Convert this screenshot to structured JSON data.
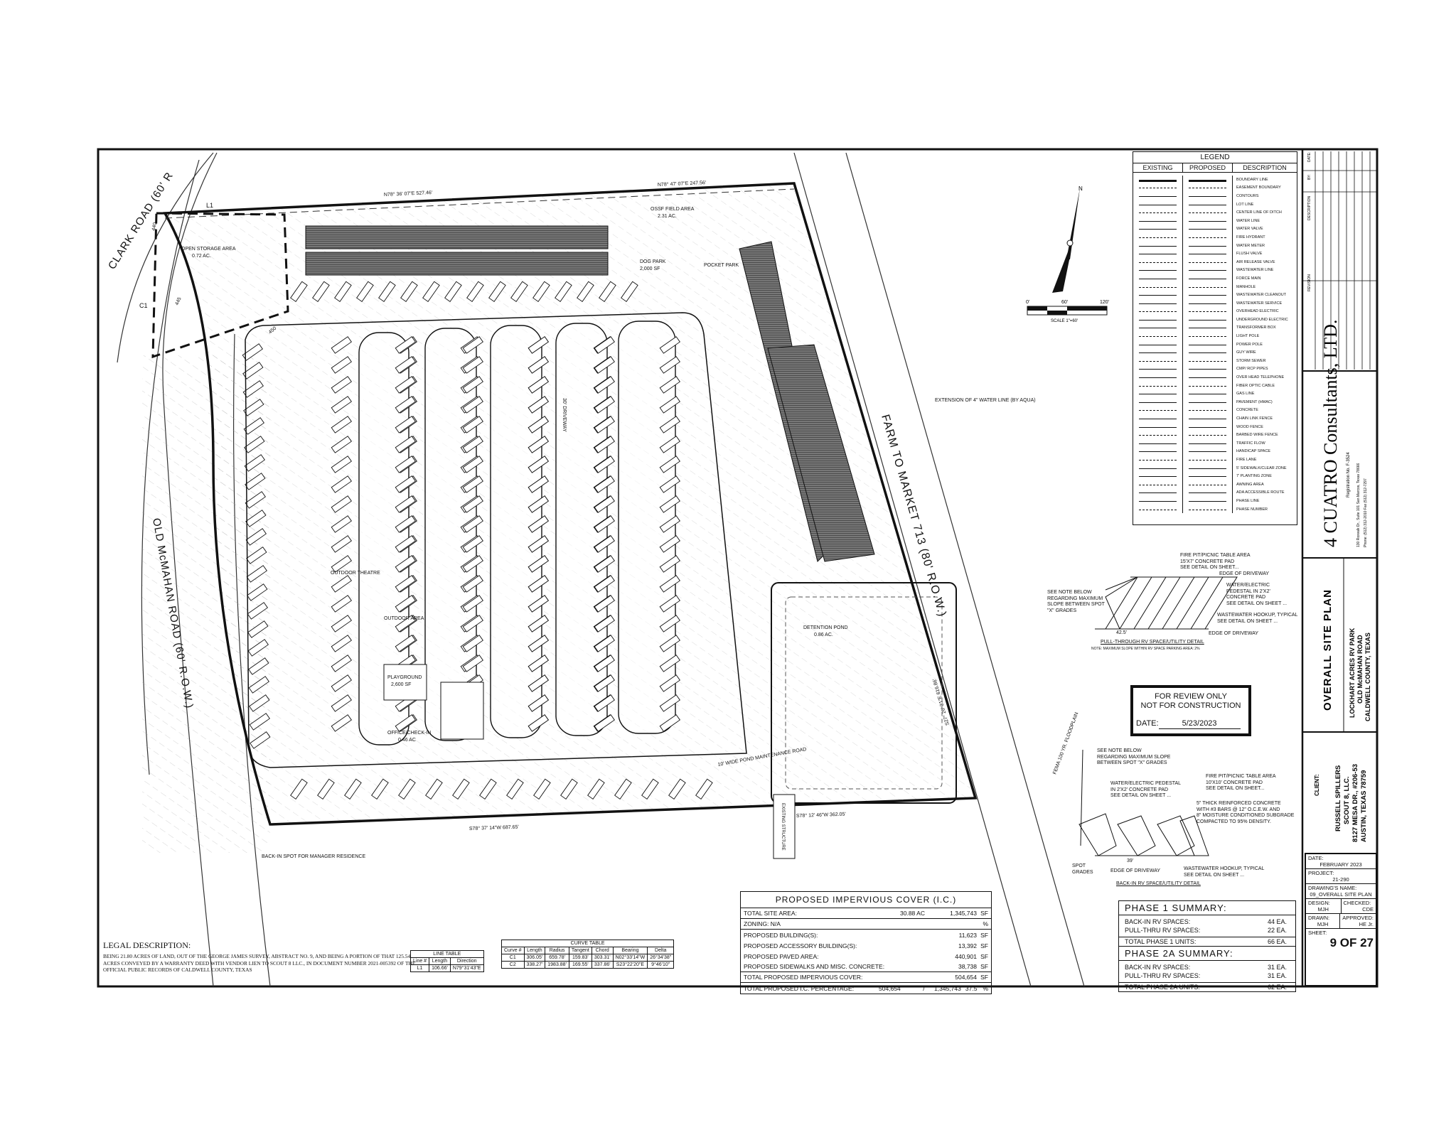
{
  "sheet": {
    "title": "OVERALL SITE PLAN",
    "project_name": "LOCKHART ACRES RV PARK",
    "project_road": "OLD McMAHAN ROAD",
    "project_county": "CALDWELL COUNTY, TEXAS",
    "client_label": "CLIENT:",
    "client": [
      "RUSSELL SPILLERS",
      "SCOUT 8, LLC.",
      "8127 MESA DR., #206-53",
      "AUSTIN, TEXAS 78759"
    ],
    "date_label": "DATE:",
    "date": "FEBRUARY 2023",
    "project_label": "PROJECT:",
    "project": "21-290",
    "drawing_label": "DRAWING'S NAME:",
    "drawing": "09_OVERALL SITE PLAN",
    "design_label": "DESIGN:",
    "design": "MJH",
    "checked_label": "CHECKED:",
    "checked": "CDE",
    "drawn_label": "DRAWN:",
    "drawn": "MJH",
    "approved_label": "APPROVED:",
    "approved": "HE Jr.",
    "sheet_label": "SHEET:",
    "sheet": "9 OF 27",
    "revision_headers": [
      "REVISION",
      "DESCRIPTION",
      "BY:",
      "DATE:"
    ]
  },
  "firm": {
    "logo": "4 CUATRO Consultants, LTD.",
    "registration": "Registration No. F-3524",
    "address": "130 Roxvalk Dr., Suite 101 San Marcos, Texas 78666",
    "phone": "Phone: (512) 312-2010 Fax (512) 312-7297"
  },
  "legend": {
    "title": "LEGEND",
    "headers": [
      "EXISTING",
      "PROPOSED",
      "DESCRIPTION"
    ],
    "items": [
      "BOUNDARY LINE",
      "EASEMENT BOUNDARY",
      "CONTOURS",
      "LOT LINE",
      "CENTER LINE OF DITCH",
      "WATER LINE",
      "WATER VALVE",
      "FIRE HYDRANT",
      "WATER METER",
      "FLUSH VALVE",
      "AIR RELEASE VALVE",
      "WASTEWATER LINE",
      "FORCE MAIN",
      "MANHOLE",
      "WASTEWATER CLEANOUT",
      "WASTEWATER SERVICE",
      "OVERHEAD ELECTRIC",
      "UNDERGROUND ELECTRIC",
      "TRANSFORMER BOX",
      "LIGHT POLE",
      "POWER POLE",
      "GUY WIRE",
      "STORM SEWER",
      "CMP/ RCP PIPES",
      "OVER HEAD TELEPHONE",
      "FIBER OPTIC CABLE",
      "GAS LINE",
      "PAVEMENT (HMAC)",
      "CONCRETE",
      "CHAIN LINK FENCE",
      "WOOD FENCE",
      "BARBED WIRE FENCE",
      "TRAFFIC FLOW",
      "HANDICAP SPACE",
      "FIRE LANE",
      "5' SIDEWALK/CLEAR ZONE",
      "7' PLANTING ZONE",
      "AWNING AREA",
      "ADA ACCESSIBLE ROUTE",
      "PHASE LINE",
      "PHASE NUMBER"
    ]
  },
  "impervious": {
    "title": "PROPOSED IMPERVIOUS COVER (I.C.)",
    "rows": [
      {
        "label": "TOTAL SITE AREA:",
        "mid": "30.88 AC",
        "value": "1,345,743",
        "unit": "SF"
      },
      {
        "label": "ZONING: N/A",
        "mid": "",
        "value": "",
        "unit": "%"
      },
      {
        "label": "PROPOSED BUILDING(S):",
        "mid": "",
        "value": "11,623",
        "unit": "SF"
      },
      {
        "label": "PROPOSED ACCESSORY BUILDING(S):",
        "mid": "",
        "value": "13,392",
        "unit": "SF"
      },
      {
        "label": "PROPOSED PAVED AREA:",
        "mid": "",
        "value": "440,901",
        "unit": "SF"
      },
      {
        "label": "PROPOSED SIDEWALKS AND MISC. CONCRETE:",
        "mid": "",
        "value": "38,738",
        "unit": "SF"
      },
      {
        "label": "TOTAL PROPOSED IMPERVIOUS COVER:",
        "mid": "",
        "value": "504,654",
        "unit": "SF"
      }
    ],
    "pct": {
      "label": "TOTAL PROPOSED I.C. PERCENTAGE:",
      "a": "504,654",
      "slash": "/",
      "b": "1,345,743",
      "value": "37.5",
      "unit": "%"
    }
  },
  "phase1": {
    "title": "PHASE 1 SUMMARY:",
    "rows": [
      {
        "label": "BACK-IN RV SPACES:",
        "value": "44 EA."
      },
      {
        "label": "PULL-THRU RV SPACES:",
        "value": "22 EA."
      }
    ],
    "total": {
      "label": "TOTAL PHASE 1 UNITS:",
      "value": "66 EA."
    }
  },
  "phase2a": {
    "title": "PHASE 2A SUMMARY:",
    "rows": [
      {
        "label": "BACK-IN RV SPACES:",
        "value": "31 EA."
      },
      {
        "label": "PULL-THRU RV SPACES:",
        "value": "31 EA."
      }
    ],
    "total": {
      "label": "TOTAL PHASE 2A UNITS:",
      "value": "62 EA."
    }
  },
  "legal": {
    "title": "LEGAL DESCRIPTION:",
    "body": "BEING 21.80 ACRES OF LAND, OUT OF THE GEORGE JAMES SURVEY, ABSTRACT NO. 9, AND BEING A PORTION OF THAT 125.54 ACRES CONVEYED BY A WARRANTY DEED WITH VENDOR LIEN TO SCOUT 8 LLC., IN DOCUMENT NUMBER 2021-005392 OF THE OFFICIAL PUBLIC RECORDS OF CALDWELL COUNTY, TEXAS"
  },
  "line_table": {
    "title": "LINE TABLE",
    "headers": [
      "Line #",
      "Length",
      "Direction"
    ],
    "rows": [
      [
        "L1",
        "106.66'",
        "N79°31'43\"E"
      ]
    ]
  },
  "curve_table": {
    "title": "CURVE TABLE",
    "headers": [
      "Curve #",
      "Length",
      "Radius",
      "Tangent",
      "Chord",
      "Bearing",
      "Delta"
    ],
    "rows": [
      [
        "C1",
        "306.05'",
        "659.78'",
        "159.83'",
        "303.31'",
        "N02°33'14\"W",
        "26°34'38\""
      ],
      [
        "C2",
        "338.27'",
        "1983.88'",
        "169.55'",
        "337.86'",
        "S23°22'20\"E",
        "9°46'10\""
      ]
    ]
  },
  "stamp": {
    "line1": "FOR REVIEW ONLY",
    "line2": "NOT FOR CONSTRUCTION",
    "date_label": "DATE:",
    "date": "5/23/2023"
  },
  "north_arrow": {
    "label": "N",
    "scale_ticks": [
      "0'",
      "60'",
      "120'"
    ],
    "scale": "SCALE 1\"=60'"
  },
  "plan": {
    "clark_road": "CLARK ROAD (60' R",
    "old_mcmahan": "OLD McMAHAN ROAD (60' R.O.W.)",
    "fm713": "FARM TO MARKET 713 (80' R.O.W.)",
    "bearing_top": "N78° 36' 07\"E 527.46'",
    "bearing_top2": "N78° 47' 07\"E 247.56'",
    "bearing_bottom": "S78° 37' 14\"W 687.65'",
    "bearing_bottom2": "S78° 12' 46\"W 362.05'",
    "bearing_right": "S27° 26' 31\"E 616.86'",
    "open_storage": "OPEN STORAGE AREA",
    "open_storage_ac": "0.72 AC.",
    "ossf": "OSSF FIELD AREA",
    "ossf_ac": "2.31 AC.",
    "dog_park": "DOG PARK",
    "dog_park_sf": "2,000 SF",
    "pocket_park": "POCKET PARK",
    "outdoor_theatre": "OUTDOOR THEATRE",
    "outdoor_area": "OUTDOOR AREA",
    "playground": "PLAYGROUND",
    "playground_sf": "2,600 SF",
    "office": "OFFICE/CHECK-IN",
    "office_ac": "0.46 AC",
    "detention": "DETENTION POND",
    "detention_ac": "0.86 AC.",
    "water_ext": "EXTENSION OF 4\" WATER LINE (BY AQUA)",
    "floodplain": "FEMA 100 YR. FLOODPLAIN",
    "back_in_mgr": "BACK-IN SPOT FOR MANAGER RESIDENCE",
    "pond_road": "10' WIDE POND MAINTENANCE ROAD",
    "existing_structure": "EXISTING STRUCTURE",
    "driveway": "30' DRIVEWAY",
    "l1": "L1",
    "c1": "C1",
    "contour_440": "440",
    "contour_445": "445",
    "contour_450": "450"
  },
  "pull_detail": {
    "title": "PULL-THROUGH RV SPACE/UTILITY DETAIL",
    "note": "NOTE: MAXIMUM SLOPE WITHIN RV SPACE PARKING AREA: 2%",
    "callouts": [
      "FIRE PIT/PICNIC TABLE AREA",
      "15'X7' CONCRETE PAD",
      "SEE DETAIL ON SHEET...",
      "EDGE OF DRIVEWAY",
      "WATER/ELECTRIC",
      "PEDESTAL IN 2'X2'",
      "CONCRETE PAD",
      "SEE DETAIL ON SHEET ...",
      "WASTEWATER HOOKUP, TYPICAL",
      "SEE DETAIL ON SHEET ...",
      "EDGE OF DRIVEWAY",
      "SEE NOTE BELOW",
      "REGARDING MAXIMUM",
      "SLOPE BETWEEN SPOT",
      "\"X\" GRADES"
    ],
    "dim": "42.5'"
  },
  "backin_detail": {
    "title": "BACK-IN RV SPACE/UTILITY DETAIL",
    "callouts": [
      "SEE NOTE BELOW",
      "REGARDING MAXIMUM SLOPE",
      "BETWEEN SPOT \"X\" GRADES",
      "WATER/ELECTRIC PEDESTAL",
      "IN 2'X2' CONCRETE PAD",
      "SEE DETAIL ON SHEET ...",
      "FIRE PIT/PICNIC TABLE AREA",
      "10'X10' CONCRETE PAD",
      "SEE DETAIL ON SHEET...",
      "5\" THICK REINFORCED CONCRETE",
      "WITH #3 BARS @ 12\" O.C.E.W. AND",
      "8\" MOISTURE CONDITIONED SUBGRADE",
      "COMPACTED TO 95% DENSITY.",
      "SPOT",
      "GRADES",
      "EDGE OF DRIVEWAY",
      "WASTEWATER HOOKUP, TYPICAL",
      "SEE DETAIL ON SHEET ..."
    ],
    "dim": "39'"
  }
}
